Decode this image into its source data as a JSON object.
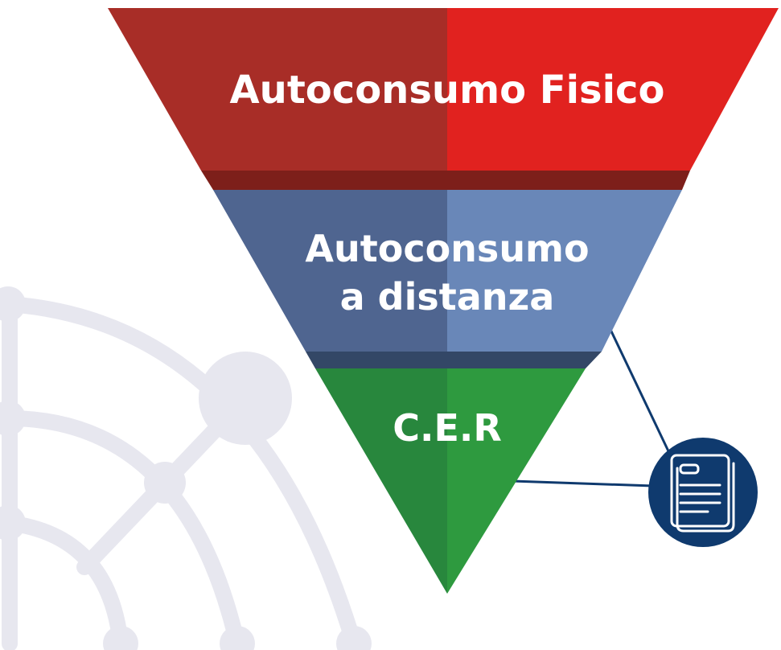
{
  "funnel": {
    "tiers": [
      {
        "id": "tier-1",
        "lines": [
          "Autoconsumo Fisico"
        ],
        "color_left": "#a82d27",
        "color_right": "#e1221f",
        "color_edge": "#7d1f1a"
      },
      {
        "id": "tier-2",
        "lines": [
          "Autoconsumo",
          "a distanza"
        ],
        "color_left": "#4f6590",
        "color_right": "#6987b8",
        "color_edge": "#334766"
      },
      {
        "id": "tier-3",
        "lines": [
          "C.E.R"
        ],
        "color_left": "#28873d",
        "color_right": "#2e9a3f",
        "color_edge": "#1e6a30"
      }
    ],
    "label_color": "#ffffff"
  },
  "callout": {
    "icon": "document-icon",
    "badge_color": "#0f3a6e",
    "line_color": "#0f3a6e"
  },
  "background": {
    "decoration": "network-arc-graphic",
    "color": "#e7e7ef"
  }
}
